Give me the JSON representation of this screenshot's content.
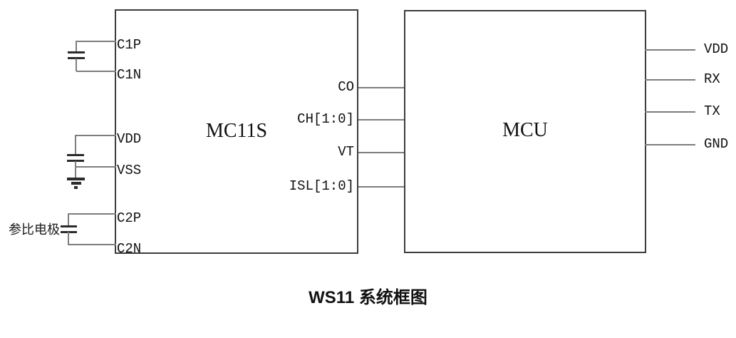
{
  "mc11s": {
    "title": "MC11S",
    "left_pins": [
      "C1P",
      "C1N",
      "VDD",
      "VSS",
      "C2P",
      "C2N"
    ],
    "right_pins": [
      "CO",
      "CH[1:0]",
      "VT",
      "ISL[1:0]"
    ]
  },
  "mcu": {
    "title": "MCU",
    "right_pins": [
      "VDD",
      "RX",
      "TX",
      "GND"
    ]
  },
  "annotations": {
    "reference_electrode": "参比电极",
    "caption": "WS11 系统框图"
  },
  "colors": {
    "wire": "#7d7d7d",
    "block_border": "#3d3d3d",
    "component": "#2c2c2c",
    "text": "#111111",
    "background": "#ffffff"
  }
}
